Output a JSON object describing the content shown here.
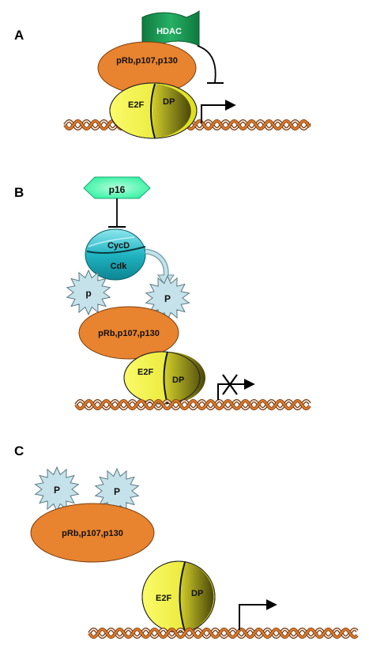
{
  "panels": {
    "a": {
      "letter": "A",
      "hdac": "HDAC",
      "pocket_proteins": "pRb,p107,p130",
      "e2f": "E2F",
      "dp": "DP"
    },
    "b": {
      "letter": "B",
      "p16": "p16",
      "cycd": "CycD",
      "cdk": "Cdk",
      "phospho_left": "p",
      "phospho_right": "P",
      "pocket_proteins": "pRb,p107,p130",
      "e2f": "E2F",
      "dp": "DP"
    },
    "c": {
      "letter": "C",
      "phospho_left": "P",
      "phospho_right": "P",
      "pocket_proteins": "pRb,p107,p130",
      "e2f": "E2F",
      "dp": "DP"
    }
  },
  "colors": {
    "pocket_orange": "#e8832f",
    "e2f_yellow": "#f2f23a",
    "dp_olive": "#6f6a12",
    "hdac_green": "#1f9a55",
    "p16_green": "#3df5a8",
    "cyclin_teal": "#33c6d0",
    "phospho_blue": "#c5e2ea",
    "dna_orange": "#d9792c"
  },
  "icons": {
    "transcription_arrow": "bent-arrow-icon",
    "repression": "t-bar-inhibition-icon",
    "blocked_transcription": "crossed-arrow-icon",
    "dna": "dna-helix-icon"
  }
}
